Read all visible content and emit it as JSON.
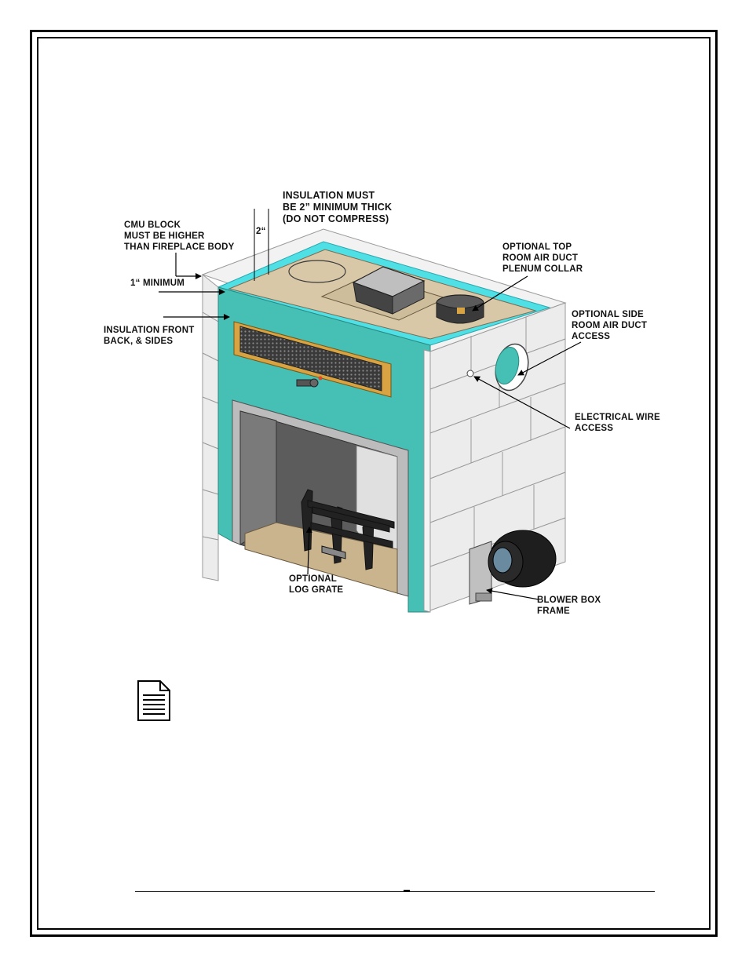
{
  "labels": {
    "insulation_thick_l1": "INSULATION MUST",
    "insulation_thick_l2": "BE 2” MINIMUM THICK",
    "do_not_compress": "(DO NOT COMPRESS)",
    "two_inch": "2“",
    "cmu_l1": "CMU BLOCK",
    "cmu_l2": "MUST BE HIGHER",
    "cmu_l3": "THAN FIREPLACE BODY",
    "one_inch_min": "1“ MINIMUM",
    "insul_front_l1": "INSULATION FRONT",
    "insul_front_l2": "BACK, & SIDES",
    "top_duct_l1": "OPTIONAL TOP",
    "top_duct_l2": "ROOM AIR DUCT",
    "top_duct_l3": "PLENUM COLLAR",
    "side_duct_l1": "OPTIONAL SIDE",
    "side_duct_l2": "ROOM AIR DUCT",
    "side_duct_l3": "ACCESS",
    "elec_l1": "ELECTRICAL WIRE",
    "elec_l2": "ACCESS",
    "log_l1": "OPTIONAL",
    "log_l2": "LOG GRATE",
    "blower_l1": "BLOWER BOX",
    "blower_l2": "FRAME"
  },
  "icons": {
    "note": "document-icon"
  },
  "colors": {
    "insulation": "#46bfb4",
    "insulation_edge": "#4fe0e6",
    "top_plate": "#d8c8a8",
    "cmu_block": "#ececec",
    "grille": "#d8a343",
    "warning_text": "#d21a1a"
  }
}
